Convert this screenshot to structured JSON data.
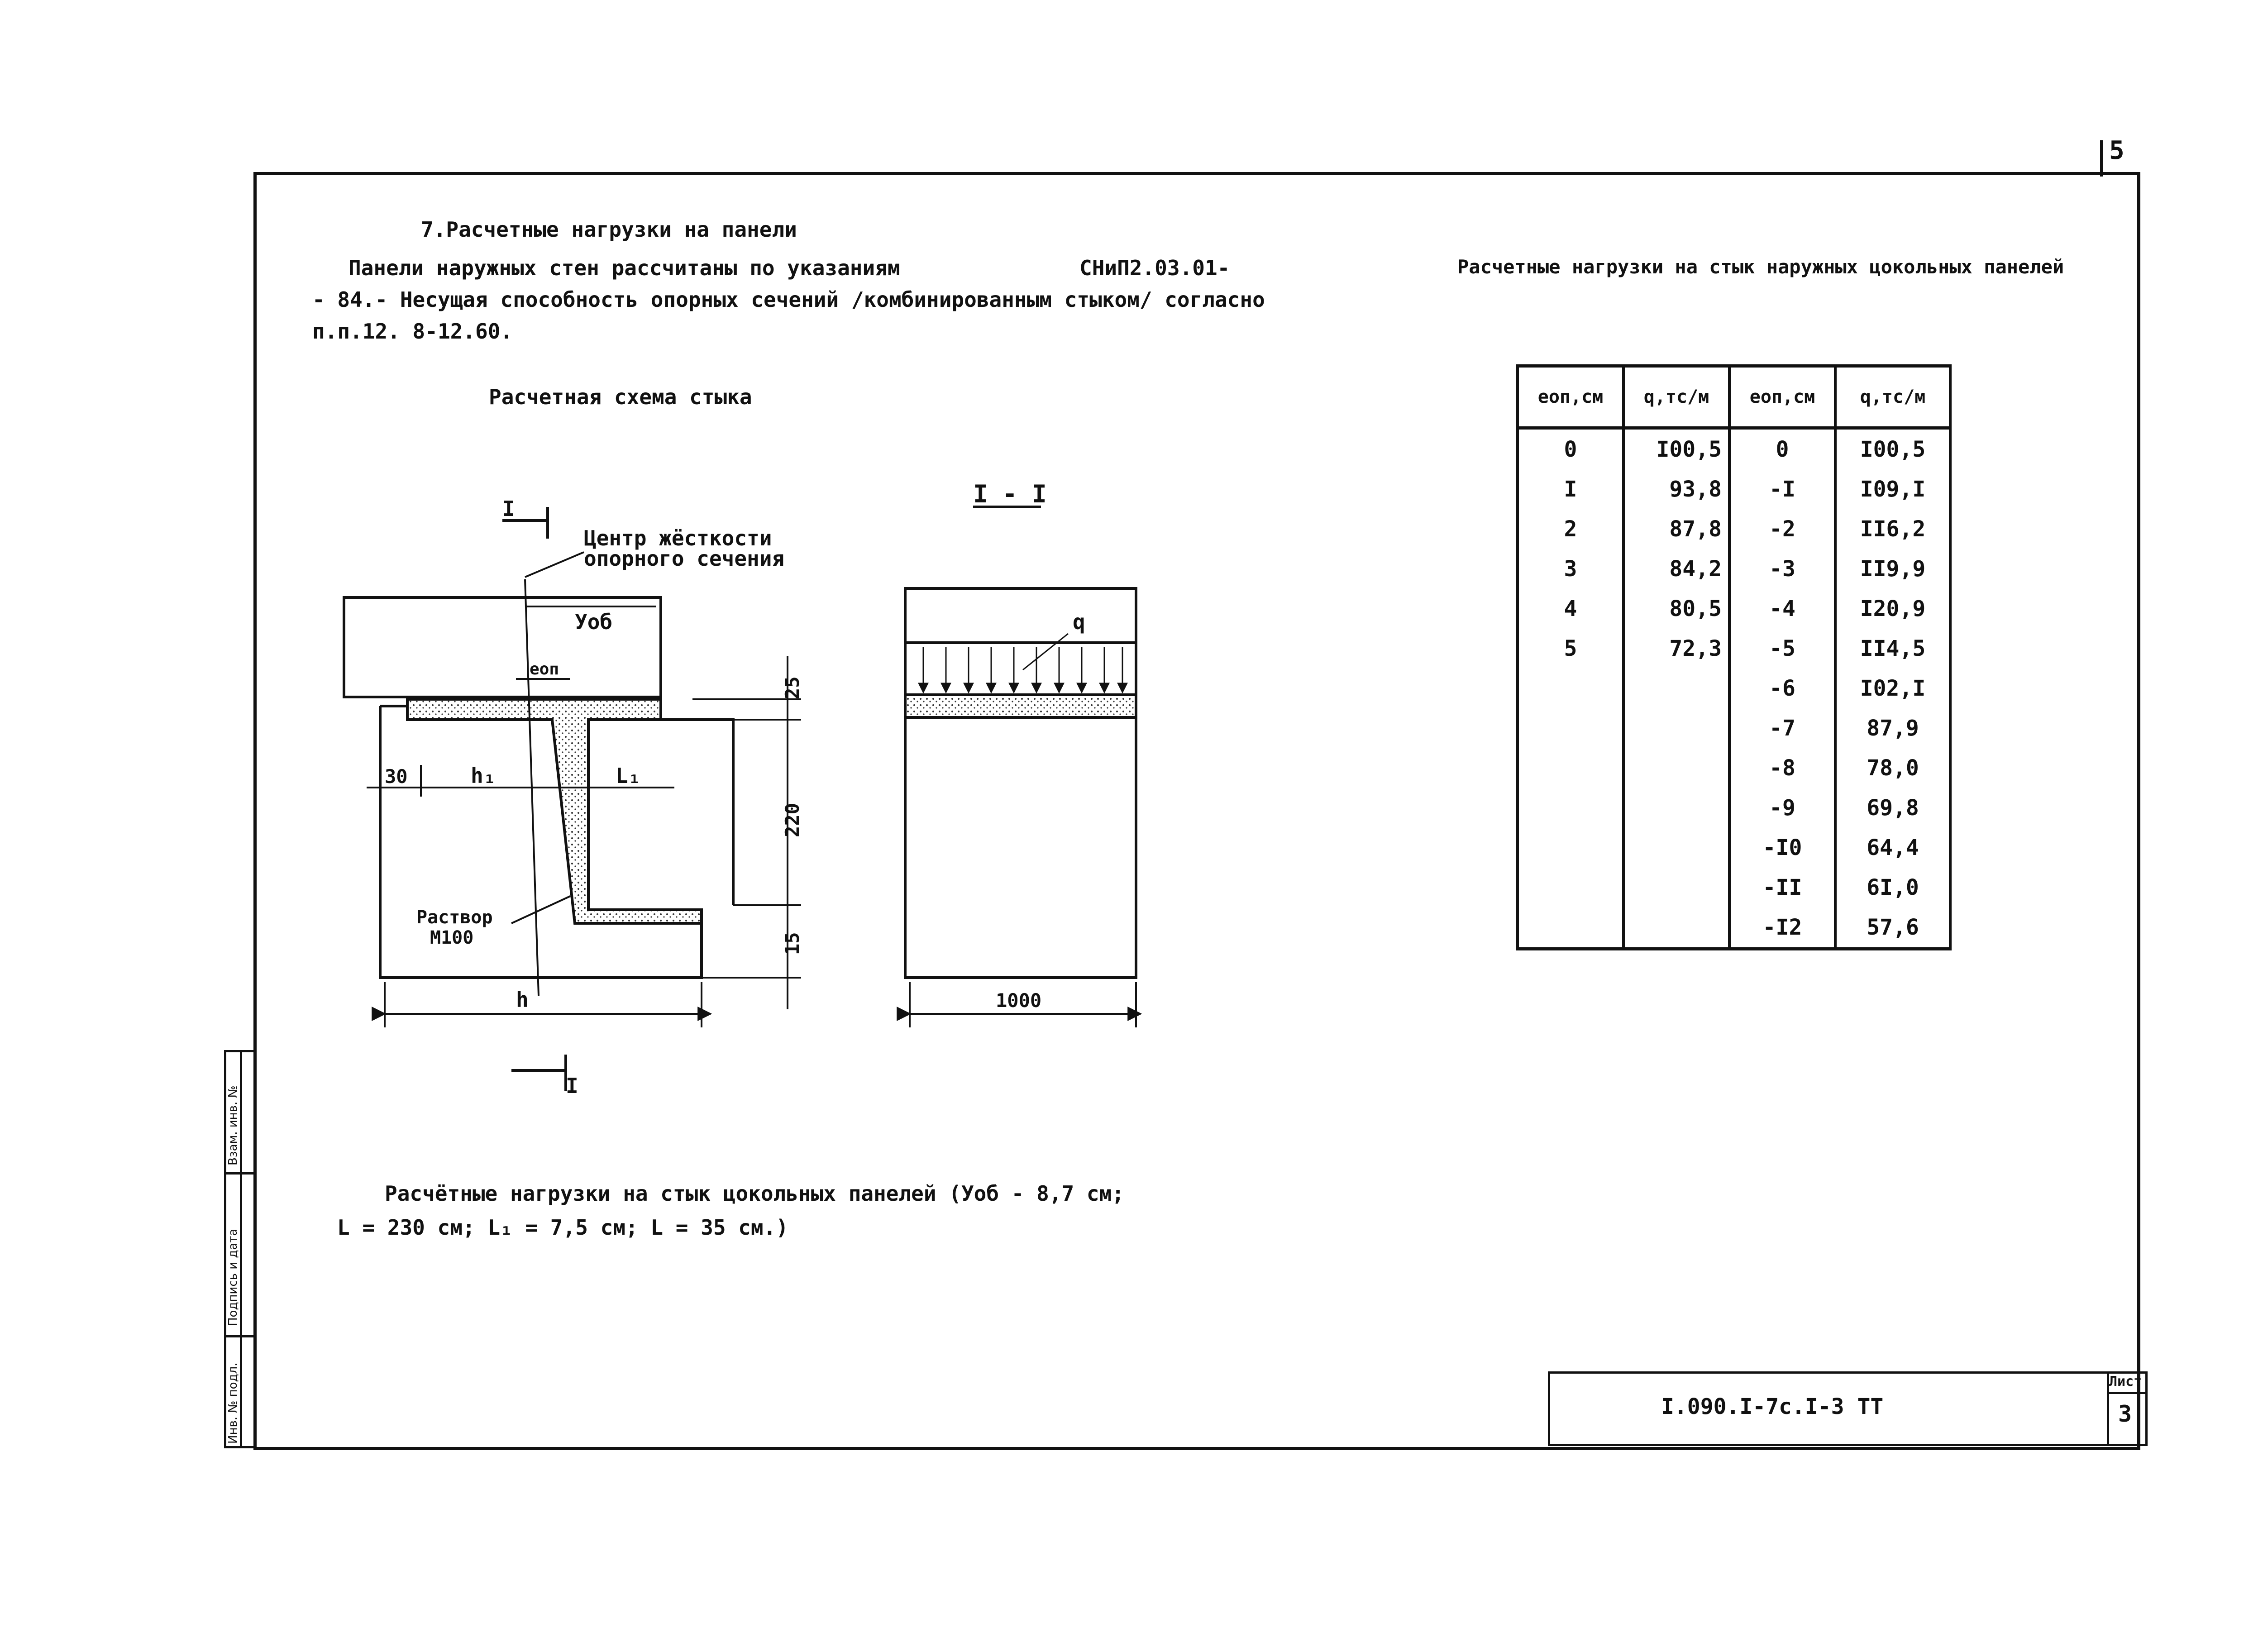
{
  "page_number": "5",
  "section_title": "7.Расчетные нагрузки на панели",
  "intro_line1_left": "Панели наружных стен рассчитаны по указаниям",
  "intro_line1_right": "СНиП2.03.01-",
  "intro_line2": "- 84.- Несущая способность опорных сечений /комбинированным стыком/ согласно",
  "intro_line3": "п.п.12. 8-12.60.",
  "scheme_title": "Расчетная схема стыка",
  "table_title": "Расчетные нагрузки на стык наружных цокольных панелей",
  "drawing": {
    "section_mark": "I",
    "section_label": "I - I",
    "label_center_1": "Центр жёсткости",
    "label_center_2": "опорного сечения",
    "label_yob": "Уоб",
    "label_eop": "еоп",
    "label_h1": "h₁",
    "label_l1": "L₁",
    "label_mortar_1": "Раствор",
    "label_mortar_2": "М100",
    "label_h": "h",
    "dim_25": "25",
    "dim_30": "30",
    "dim_220": "220",
    "dim_15": "15",
    "dim_1000": "1000",
    "label_q": "q"
  },
  "table": {
    "headers": [
      "eоп,см",
      "q,тс/м",
      "eоп,см",
      "q,тс/м"
    ],
    "col1": [
      "0",
      "I",
      "2",
      "3",
      "4",
      "5"
    ],
    "col2": [
      "I00,5",
      "93,8",
      "87,8",
      "84,2",
      "80,5",
      "72,3"
    ],
    "col3": [
      "0",
      "-I",
      "-2",
      "-3",
      "-4",
      "-5",
      "-6",
      "-7",
      "-8",
      "-9",
      "-I0",
      "-II",
      "-I2"
    ],
    "col4": [
      "I00,5",
      "I09,I",
      "II6,2",
      "II9,9",
      "I20,9",
      "II4,5",
      "I02,I",
      "87,9",
      "78,0",
      "69,8",
      "64,4",
      "6I,0",
      "57,6"
    ]
  },
  "footnote_line1": "Расчётные нагрузки на стык цокольных панелей (Уоб - 8,7 см;",
  "footnote_line2": "L = 230 см; L₁ = 7,5 см; L = 35 см.)",
  "stamp": {
    "code": "I.090.I-7с.I-3 ТТ",
    "sheet_label": "Лист",
    "sheet_number": "3"
  },
  "side_labels": [
    "Инв. № подл.",
    "Подпись и дата",
    "Взам. инв. №"
  ]
}
